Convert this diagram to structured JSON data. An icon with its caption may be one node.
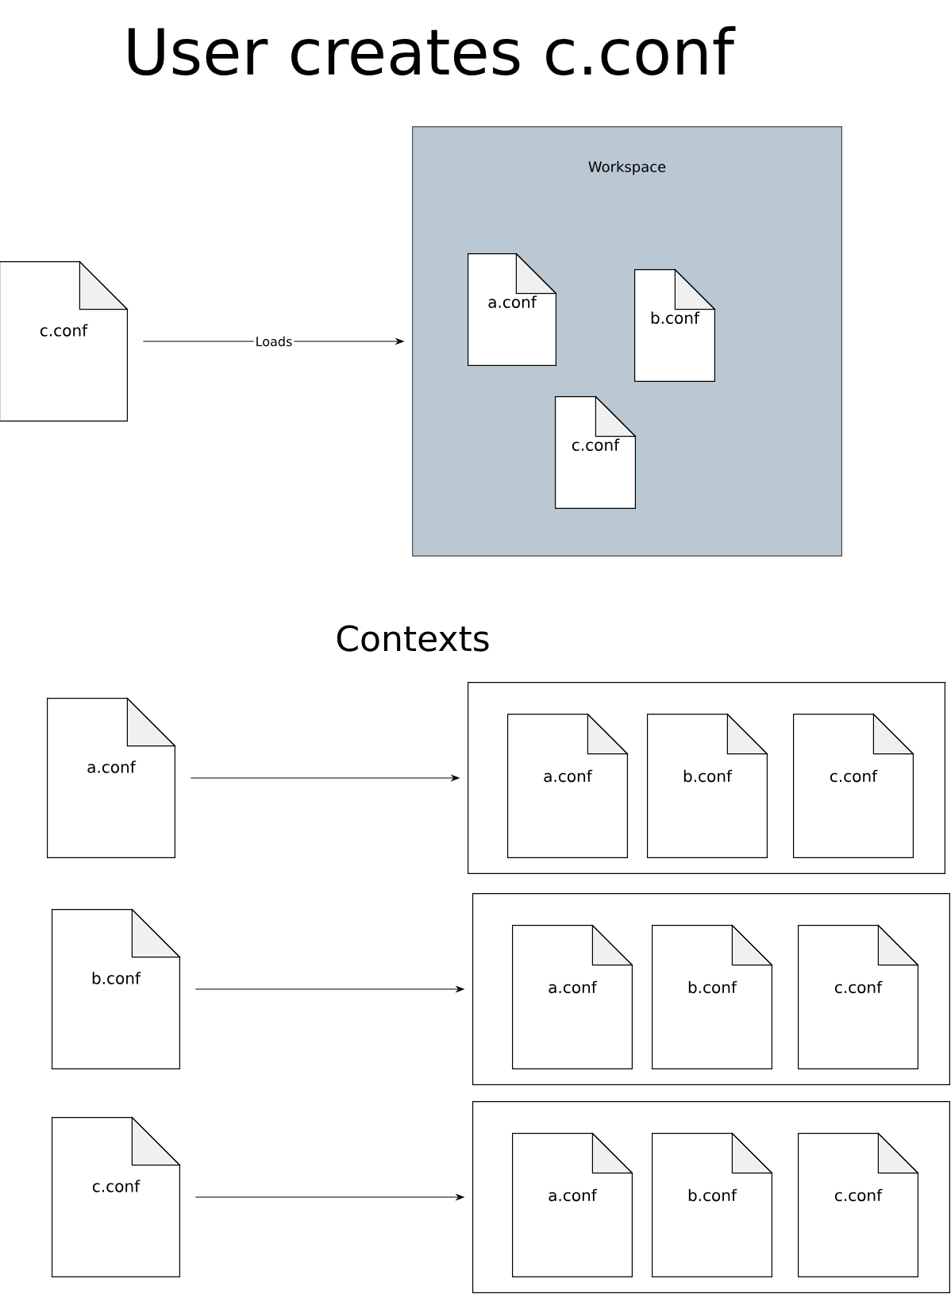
{
  "diagram": {
    "title": "User creates c.conf",
    "nodes": [
      {
        "text": [
          "c.conf"
        ]
      },
      {
        "text": [
          "Workspace"
        ]
      },
      {
        "text": [
          "a.conf"
        ],
        "in": 1
      },
      {
        "text": [
          "b.conf"
        ],
        "in": 1
      },
      {
        "text": [
          "c.conf"
        ],
        "in": 1
      },
      {
        "text": [
          "a.conf"
        ]
      },
      {
        "text": [],
        "shape": "box"
      },
      {
        "text": [
          "a.conf"
        ],
        "in": 6
      },
      {
        "text": [
          "b.conf"
        ],
        "in": 6
      },
      {
        "text": [
          "c.conf"
        ],
        "in": 6
      },
      {
        "text": [
          "b.conf"
        ]
      },
      {
        "text": [],
        "shape": "box"
      },
      {
        "text": [
          "a.conf"
        ],
        "in": 11
      },
      {
        "text": [
          "b.conf"
        ],
        "in": 11
      },
      {
        "text": [
          "c.conf"
        ],
        "in": 11
      },
      {
        "text": [
          "c.conf"
        ]
      },
      {
        "text": [],
        "shape": "box"
      },
      {
        "text": [
          "a.conf"
        ],
        "in": 16
      },
      {
        "text": [
          "b.conf"
        ],
        "in": 16
      },
      {
        "text": [
          "c.conf"
        ],
        "in": 16
      }
    ],
    "edges": [
      {
        "from": 0,
        "to": 1,
        "arrow": "to",
        "label": "Loads"
      },
      {
        "from": 5,
        "to": 6,
        "arrow": "to"
      },
      {
        "from": 10,
        "to": 11,
        "arrow": "to"
      },
      {
        "from": 15,
        "to": 16,
        "arrow": "to"
      }
    ],
    "labels": [
      "Contexts"
    ]
  }
}
